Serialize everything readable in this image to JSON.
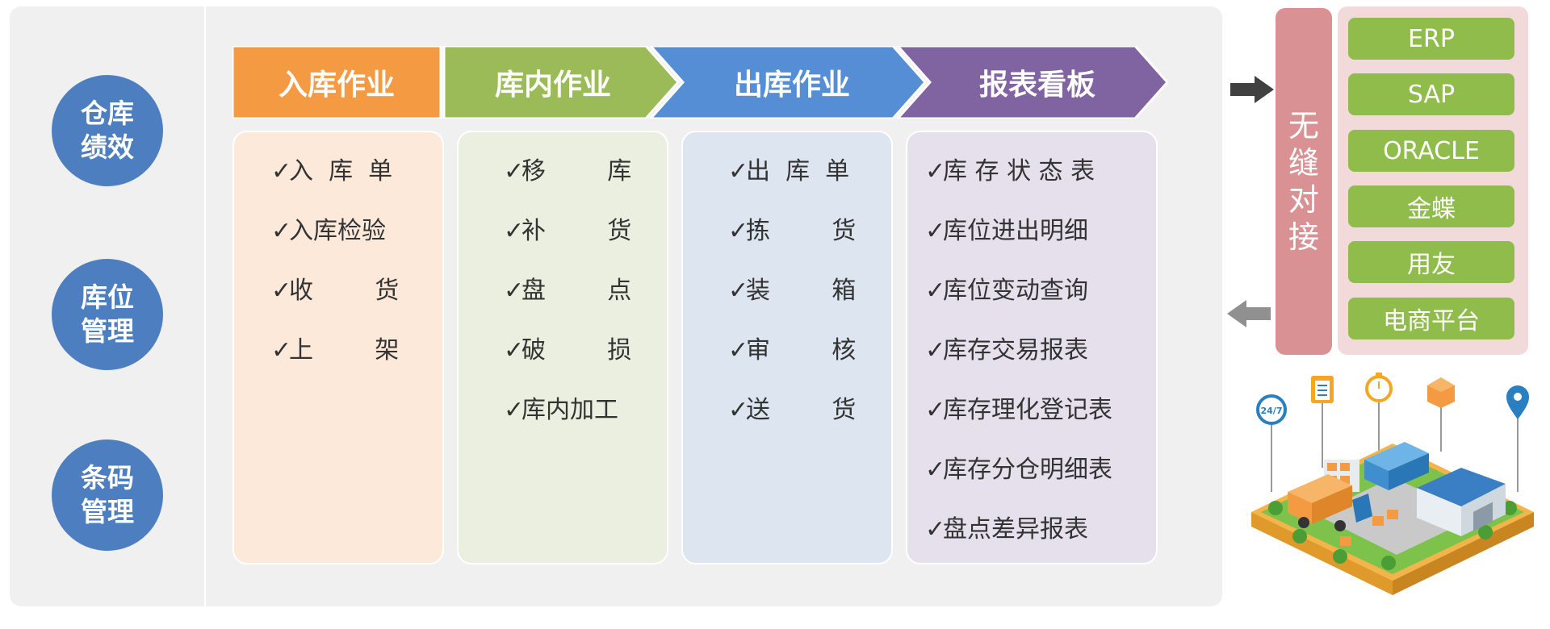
{
  "left_labels": [
    {
      "text": "仓库绩效"
    },
    {
      "text": "库位管理"
    },
    {
      "text": "条码管理"
    }
  ],
  "stages": [
    {
      "label": "入库作业",
      "color": "#f39a43",
      "card_bg": "#fde9da",
      "items": [
        "入  库  单",
        "入库检验",
        "收        货",
        "上        架"
      ]
    },
    {
      "label": "库内作业",
      "color": "#9bbb59",
      "card_bg": "#ebefdf",
      "items": [
        "移        库",
        "补        货",
        "盘        点",
        "破        损",
        "库内加工"
      ]
    },
    {
      "label": "出库作业",
      "color": "#558ed5",
      "card_bg": "#dce5f0",
      "items": [
        "出  库  单",
        "拣        货",
        "装        箱",
        "审        核",
        "送        货"
      ]
    },
    {
      "label": "报表看板",
      "color": "#8064a2",
      "card_bg": "#e5e0ec",
      "items": [
        "库 存 状 态 表",
        "库位进出明细",
        "库位变动查询",
        "库存交易报表",
        "库存理化登记表",
        "库存分仓明细表",
        "盘点差异报表"
      ]
    }
  ],
  "check_mark": "✓",
  "seamless": {
    "text": "无缝对接"
  },
  "systems": [
    "ERP",
    "SAP",
    "ORACLE",
    "金蝶",
    "用友",
    "电商平台"
  ],
  "illustration": {
    "badge_text": "24/7",
    "icons": [
      "clock-24-7-icon",
      "clipboard-icon",
      "stopwatch-icon",
      "box-icon",
      "location-pin-icon"
    ]
  }
}
